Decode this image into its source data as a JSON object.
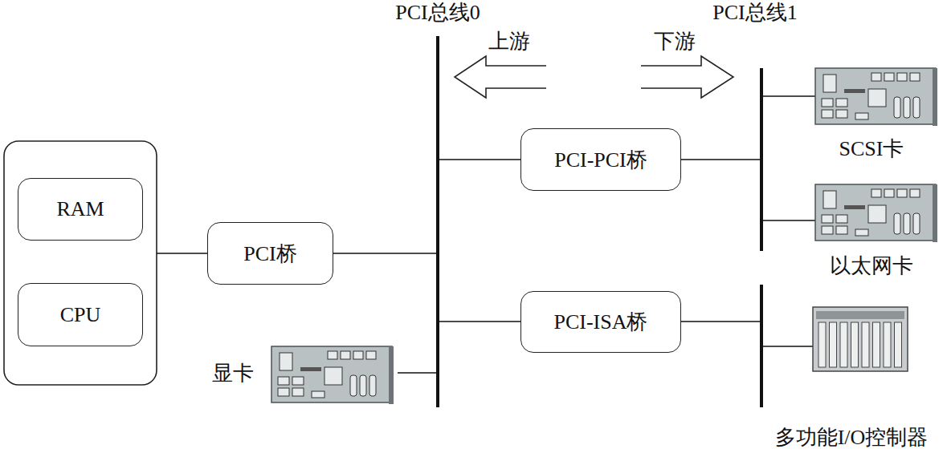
{
  "diagram": {
    "nodes": [
      {
        "text": [
          "RAM"
        ]
      },
      {
        "text": [
          "CPU"
        ]
      },
      {
        "text": [
          "PCI桥"
        ]
      },
      {
        "text": [
          "PCI-PCI桥"
        ]
      },
      {
        "text": [
          "PCI-ISA桥"
        ]
      }
    ],
    "labels": [
      "PCI总线0",
      "PCI总线1",
      "上游",
      "下游",
      "SCSI卡",
      "以太网卡",
      "显卡",
      "多功能I/O控制器"
    ]
  }
}
